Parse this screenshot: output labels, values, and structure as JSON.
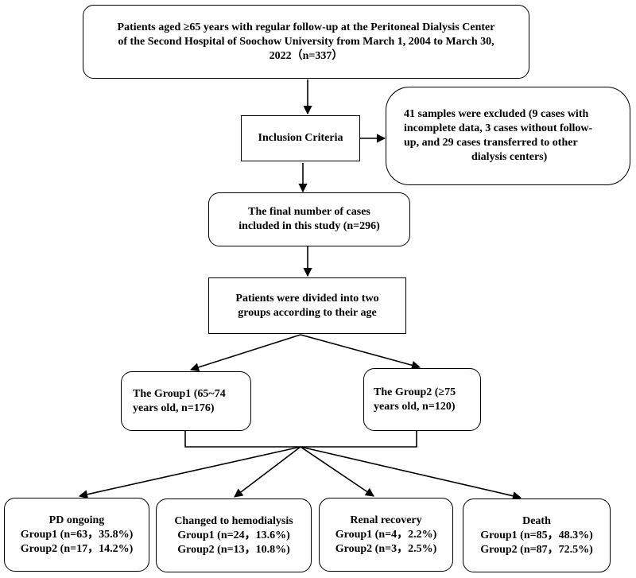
{
  "boxes": {
    "source": {
      "lines": [
        "Patients aged ≥65 years with regular follow-up at the Peritoneal Dialysis Center",
        "of the Second Hospital of Soochow University from March 1, 2004 to March 30,",
        "2022（n=337）"
      ]
    },
    "inclusion": {
      "label": "Inclusion Criteria"
    },
    "excluded": {
      "lines": [
        "41 samples were excluded (9 cases with",
        "incomplete data, 3 cases without follow-",
        "up, and 29 cases transferred to other",
        "dialysis centers)"
      ]
    },
    "final": {
      "lines": [
        "The final number of cases",
        "included in this study (n=296)"
      ]
    },
    "divided": {
      "lines": [
        "Patients were divided into two",
        "groups according to their age"
      ]
    },
    "group1": {
      "lines": [
        "The Group1 (65~74",
        "years old, n=176)"
      ]
    },
    "group2": {
      "lines": [
        "The Group2 (≥75",
        "years old, n=120)"
      ]
    }
  },
  "outcomes": [
    {
      "title": "PD ongoing",
      "group1": "Group1 (n=63，35.8%)",
      "group2": "Group2 (n=17，14.2%)"
    },
    {
      "title": "Changed to hemodialysis",
      "group1": "Group1 (n=24，13.6%)",
      "group2": "Group2 (n=13，10.8%)"
    },
    {
      "title": "Renal recovery",
      "group1": "Group1 (n=4，2.2%)",
      "group2": "Group2 (n=3，2.5%)"
    },
    {
      "title": "Death",
      "group1": "Group1 (n=85，48.3%)",
      "group2": "Group2 (n=87，72.5%)"
    }
  ]
}
